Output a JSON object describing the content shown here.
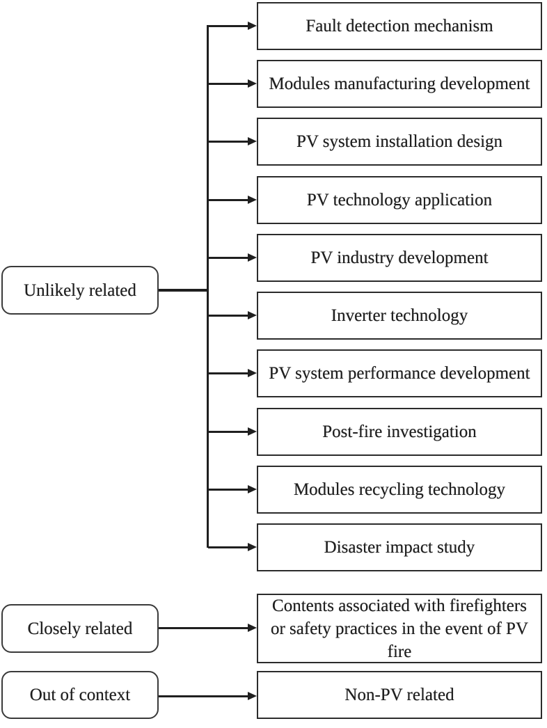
{
  "colors": {
    "ink": "#1f1f1f",
    "border": "#2b2b2b",
    "bg": "#ffffff"
  },
  "unlikely": {
    "label": "Unlikely related",
    "items": [
      "Fault detection mechanism",
      "Modules manufacturing development",
      "PV system installation design",
      "PV technology application",
      "PV industry development",
      "Inverter technology",
      "PV system performance development",
      "Post-fire investigation",
      "Modules recycling technology",
      "Disaster impact study"
    ]
  },
  "closely": {
    "label": "Closely related",
    "target_lines": [
      "Contents associated with firefighters",
      "or safety practices in the event of PV",
      "fire"
    ]
  },
  "out_of_context": {
    "label": "Out of context",
    "target": "Non-PV related"
  }
}
